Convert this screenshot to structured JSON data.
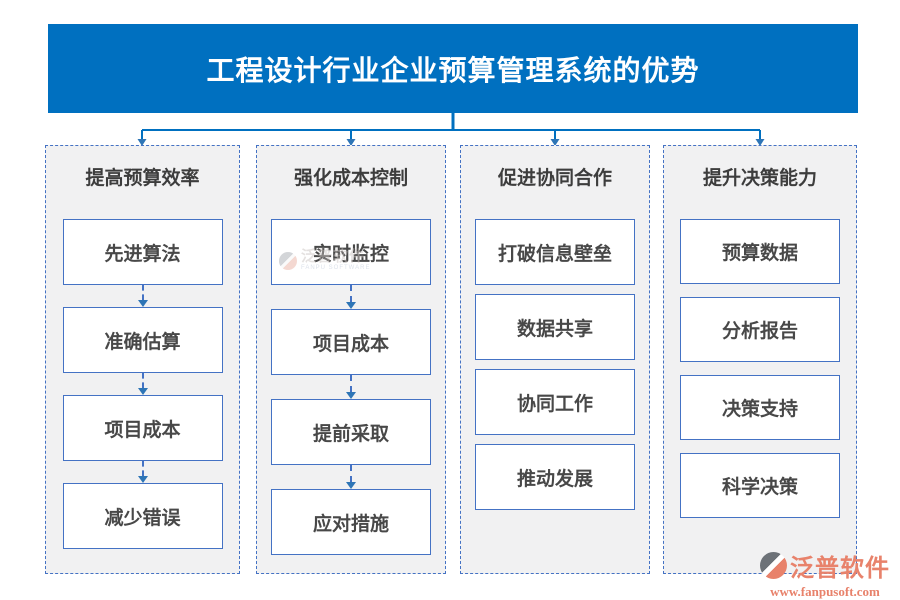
{
  "banner": {
    "title": "工程设计行业企业预算管理系统的优势"
  },
  "columns": [
    {
      "title": "提高预算效率",
      "items": [
        "先进算法",
        "准确估算",
        "项目成本",
        "减少错误"
      ],
      "item_connector": "dashed-down-arrow"
    },
    {
      "title": "强化成本控制",
      "items": [
        "实时监控",
        "项目成本",
        "提前采取",
        "应对措施"
      ],
      "item_connector": "dashed-down-arrow"
    },
    {
      "title": "促进协同合作",
      "items": [
        "打破信息壁垒",
        "数据共享",
        "协同工作",
        "推动发展"
      ],
      "item_connector": "none"
    },
    {
      "title": "提升决策能力",
      "items": [
        "预算数据",
        "分析报告",
        "决策支持",
        "科学决策"
      ],
      "item_connector": "none"
    }
  ],
  "watermark": {
    "name": "泛普软件",
    "subname": "FANPU SOFTWARE",
    "icon": "fanpu-swirl-icon"
  },
  "logo": {
    "name": "泛普软件",
    "website": "www.fanpusoft.com",
    "icon": "fanpu-swirl-icon"
  },
  "colors": {
    "banner_blue": "#0070C0",
    "box_border_blue": "#4472C4",
    "arrowhead_blue": "#2e75b6",
    "box_text_gray": "#484848",
    "column_fill_gray": "#f1f1f2",
    "logo_salmon": "#E8826B"
  }
}
